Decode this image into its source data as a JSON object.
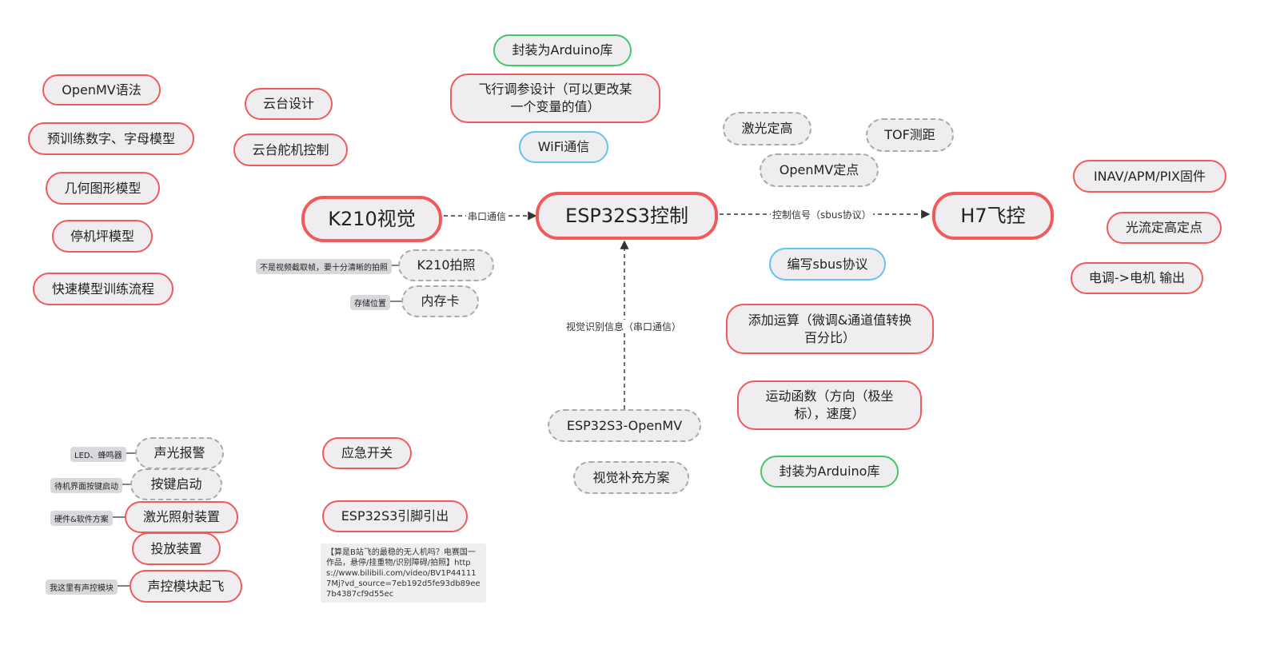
{
  "center": {
    "label": "ESP32S3控制"
  },
  "k210": {
    "label": "K210视觉"
  },
  "h7": {
    "label": "H7飞控"
  },
  "edges": {
    "k210_link": "串口通信",
    "h7_link": "控制信号（sbus协议）",
    "vision_link": "视觉识别信息（串口通信）"
  },
  "top_center": {
    "arduino_lib": "封装为Arduino库",
    "flight_tuning": "飞行调参设计（可以更改某一个变量的值）",
    "wifi": "WiFi通信"
  },
  "left_column": [
    "OpenMV语法",
    "预训练数字、字母模型",
    "几何图形模型",
    "停机坪模型",
    "快速模型训练流程"
  ],
  "gimbal": [
    "云台设计",
    "云台舵机控制"
  ],
  "k210_children": [
    {
      "label": "K210拍照",
      "tag": "不是视频截取帧，要十分清晰的拍照"
    },
    {
      "label": "内存卡",
      "tag": "存储位置"
    }
  ],
  "h7_cluster": [
    "激光定高",
    "TOF测距",
    "OpenMV定点"
  ],
  "h7_right": [
    "INAV/APM/PIX固件",
    "光流定高定点",
    "电调->电机 输出"
  ],
  "esp_right": {
    "sbus": "编写sbus协议",
    "calc": "添加运算（微调&通道值转换百分比）",
    "motion": "运动函数（方向（极坐标），速度）",
    "arduino_lib": "封装为Arduino库"
  },
  "bottom_center": {
    "openmv": "ESP32S3-OpenMV",
    "vision_plan": "视觉补充方案"
  },
  "bottom_left": [
    {
      "label": "声光报警",
      "tag": "LED、蜂鸣器"
    },
    {
      "label": "按键启动",
      "tag": "待机界面按键启动"
    },
    {
      "label": "激光照射装置",
      "tag": "硬件&软件方案"
    },
    {
      "label": "投放装置",
      "tag": ""
    },
    {
      "label": "声控模块起飞",
      "tag": "我这里有声控模块"
    }
  ],
  "bottom_mid": {
    "emergency": "应急开关",
    "pins": "ESP32S3引脚引出",
    "note": "【算是B站飞的最稳的无人机吗？电赛国一作品，悬停/挂重物/识别障碍/拍照】https://www.bilibili.com/video/BV1P441117Mj?vd_source=7eb192d5fe93db89ee7b4387cf9d55ec"
  },
  "colors": {
    "red": "#f05a5a",
    "green": "#44c767",
    "blue": "#66c2ef",
    "dashed": "#a9a9a9",
    "node_fill": "#efedf0"
  }
}
